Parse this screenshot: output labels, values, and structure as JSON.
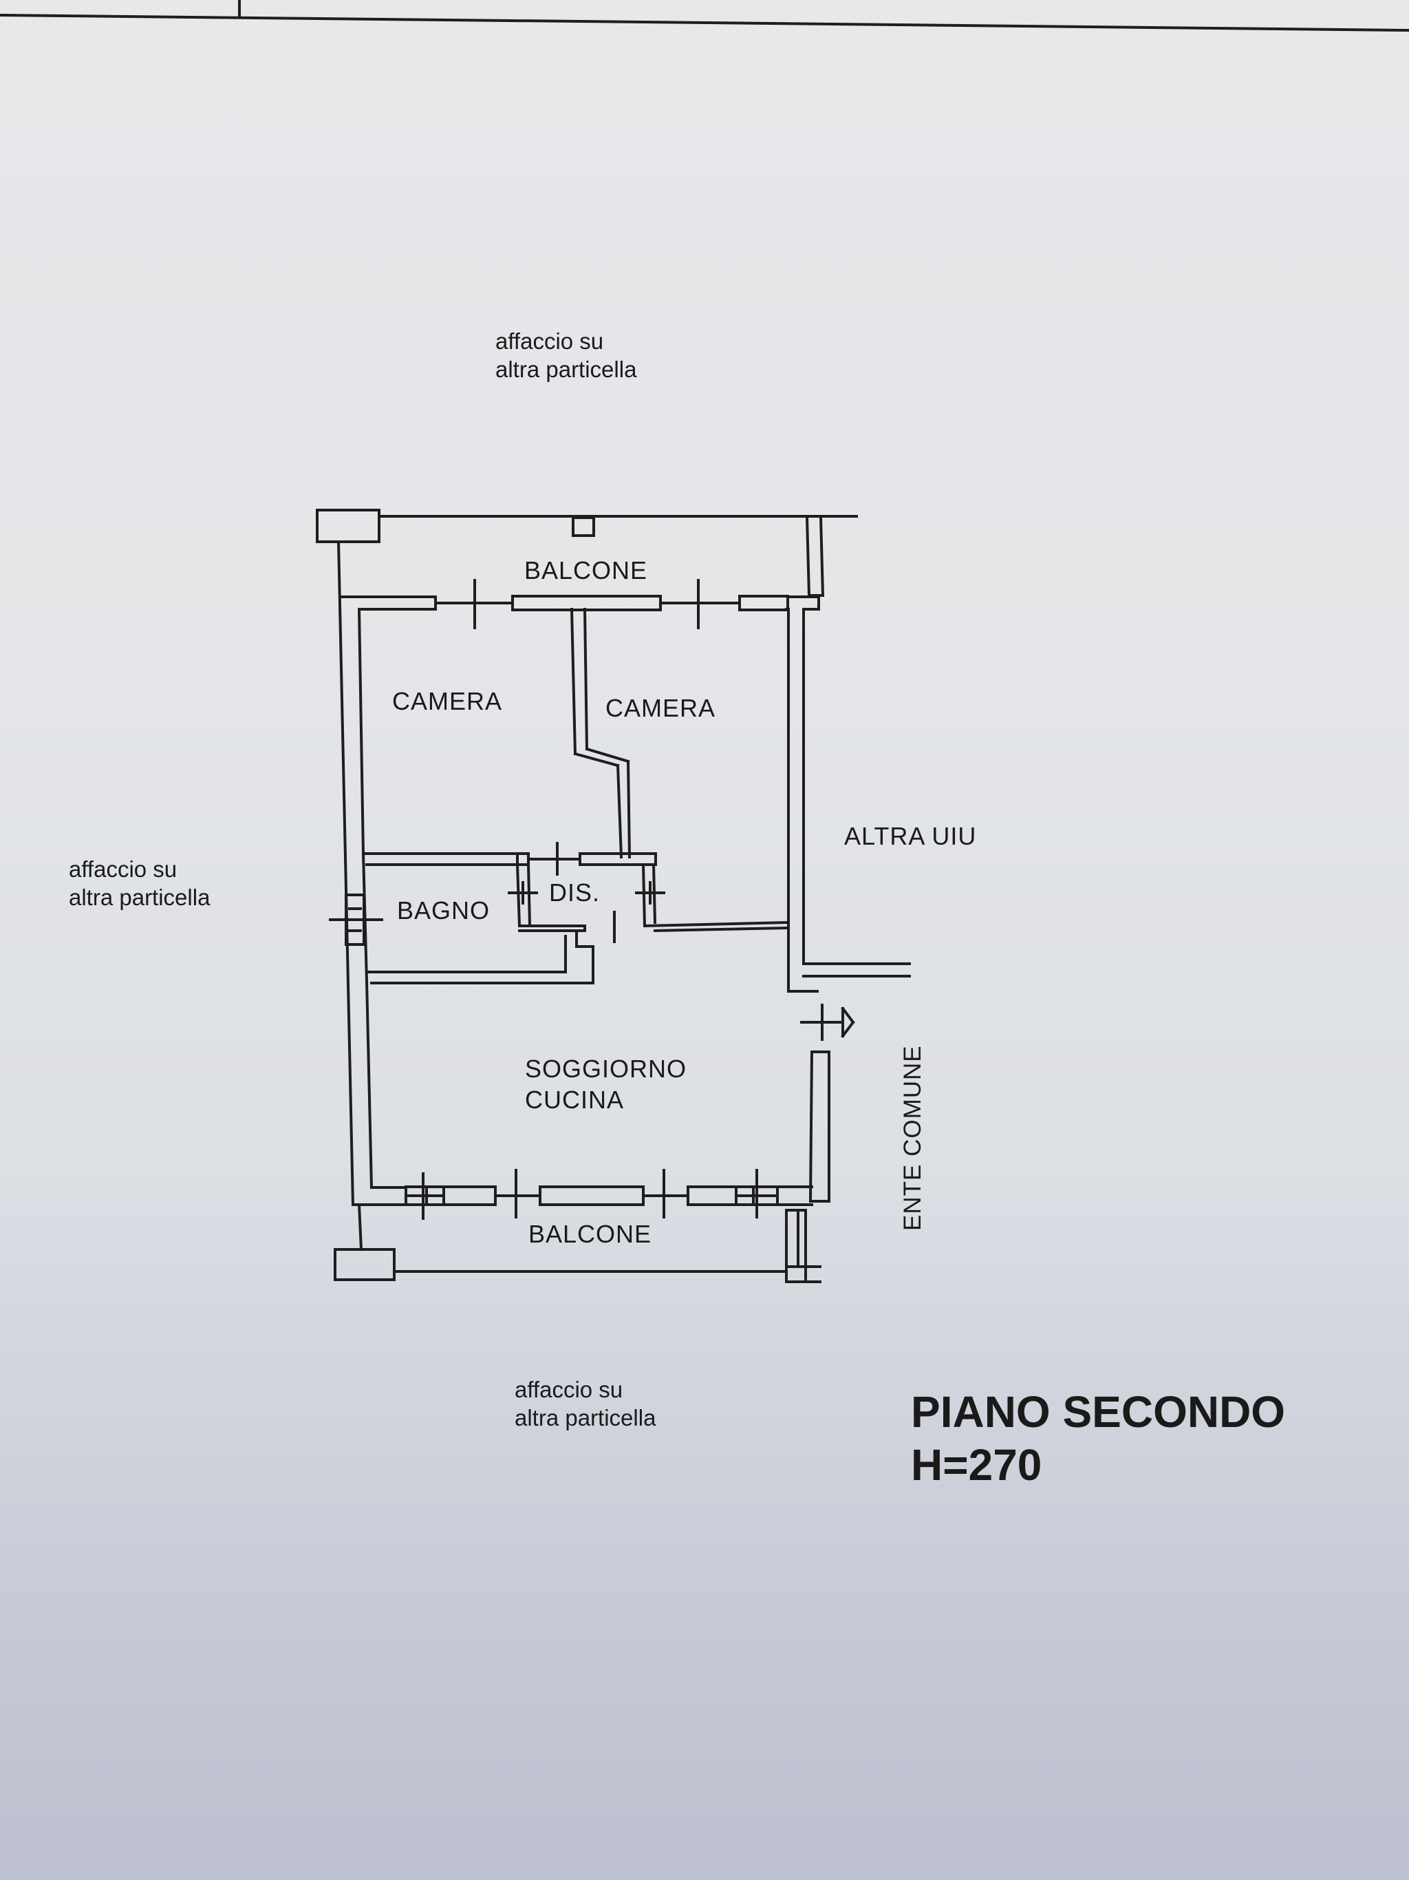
{
  "plan": {
    "neighbors": {
      "top": [
        "affaccio su",
        "altra particella"
      ],
      "left": [
        "affaccio su",
        "altra particella"
      ],
      "bottom": [
        "affaccio su",
        "altra particella"
      ]
    },
    "rooms": {
      "balcone_top": "BALCONE",
      "camera_1": "CAMERA",
      "camera_2": "CAMERA",
      "altra_uiu": "ALTRA UIU",
      "bagno": "BAGNO",
      "dis": "DIS.",
      "soggiorno": [
        "SOGGIORNO",
        "CUCINA"
      ],
      "balcone_bottom": "BALCONE",
      "ente_comune": "ENTE COMUNE"
    },
    "title": {
      "floor": "PIANO SECONDO",
      "height": "H=270"
    },
    "line_color": "#1e1e1e"
  }
}
